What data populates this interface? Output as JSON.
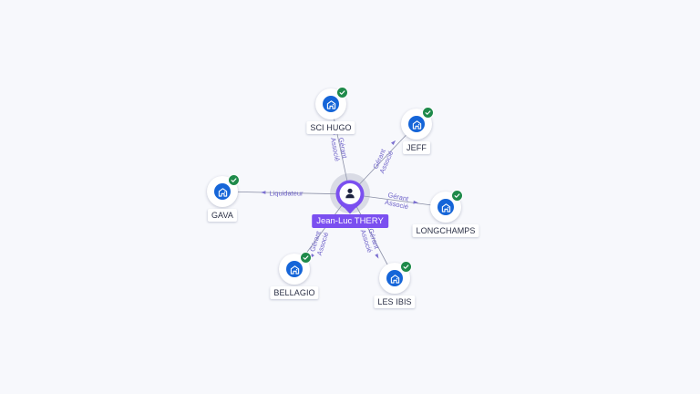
{
  "center": {
    "name": "Jean-Luc THERY",
    "icon": "person-icon",
    "color": "#7b4ff0"
  },
  "companies": [
    {
      "key": "sci-hugo",
      "name": "SCI HUGO",
      "icon": "building-icon",
      "verified": true
    },
    {
      "key": "jeff",
      "name": "JEFF",
      "icon": "building-icon",
      "verified": true
    },
    {
      "key": "gava",
      "name": "GAVA",
      "icon": "building-icon",
      "verified": true
    },
    {
      "key": "longchamps",
      "name": "LONGCHAMPS",
      "icon": "building-icon",
      "verified": true
    },
    {
      "key": "bellagio",
      "name": "BELLAGIO",
      "icon": "building-icon",
      "verified": true
    },
    {
      "key": "les-ibis",
      "name": "LES IBIS",
      "icon": "building-icon",
      "verified": true
    }
  ],
  "edges": [
    {
      "to": "sci-hugo",
      "lines": [
        "Gérant",
        "Associé"
      ]
    },
    {
      "to": "jeff",
      "lines": [
        "Gérant",
        "Associé"
      ]
    },
    {
      "to": "gava",
      "lines": [
        "Liquidateur"
      ]
    },
    {
      "to": "longchamps",
      "lines": [
        "Gérant",
        "Associé"
      ]
    },
    {
      "to": "bellagio",
      "lines": [
        "Gérant",
        "Associé"
      ]
    },
    {
      "to": "les-ibis",
      "lines": [
        "Gérant",
        "Associé"
      ]
    }
  ],
  "colors": {
    "company_fill": "#1565d8",
    "verified_badge": "#1e8a4a",
    "edge_label": "#6f63c9",
    "edge_line": "#8a8fa6"
  }
}
